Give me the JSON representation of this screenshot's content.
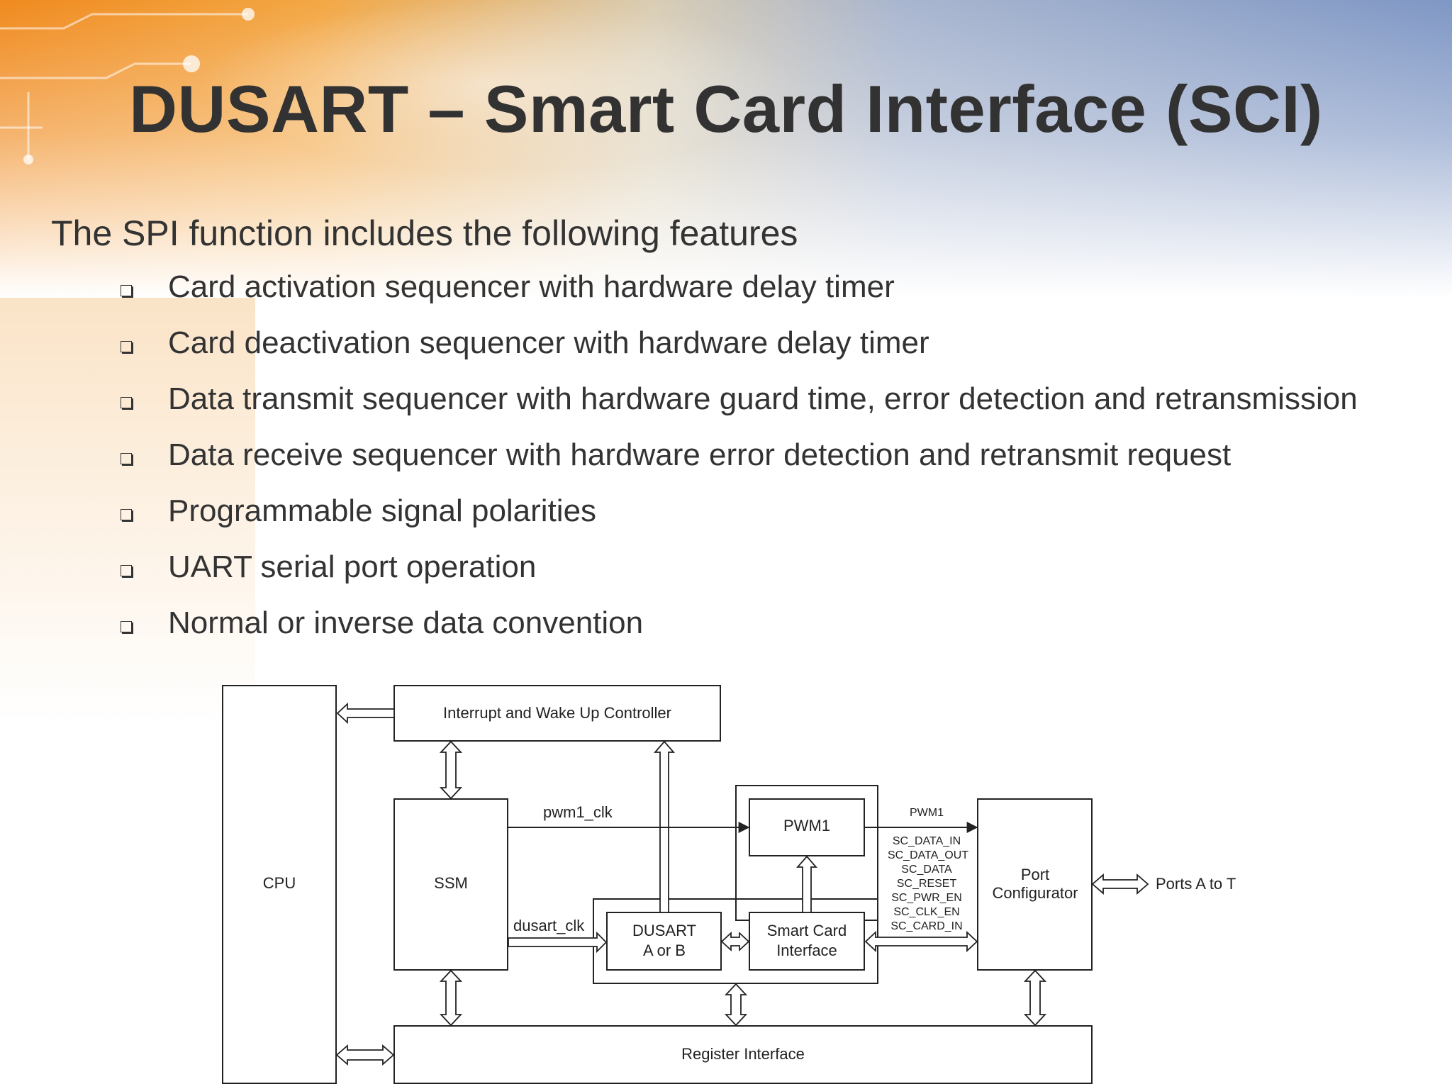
{
  "slide": {
    "title": "DUSART – Smart Card Interface (SCI)",
    "intro": "The SPI function includes the following features",
    "features": [
      "Card activation sequencer with hardware delay timer",
      "Card deactivation sequencer with hardware delay timer",
      "Data transmit sequencer with hardware guard time, error detection and retransmission",
      "Data receive sequencer with hardware error detection and retransmit request",
      "Programmable signal polarities",
      "UART serial port operation",
      "Normal or inverse data convention"
    ]
  },
  "diagram": {
    "blocks": {
      "cpu": "CPU",
      "interrupt": "Interrupt and Wake Up Controller",
      "ssm": "SSM",
      "pwm1": "PWM1",
      "dusart_line1": "DUSART",
      "dusart_line2": "A or B",
      "sci_line1": "Smart Card",
      "sci_line2": "Interface",
      "port_line1": "Port",
      "port_line2": "Configurator",
      "register": "Register Interface"
    },
    "labels": {
      "pwm1_clk": "pwm1_clk",
      "dusart_clk": "dusart_clk",
      "pwm1_signal": "PWM1",
      "ports": "Ports A to T"
    },
    "signals": [
      "SC_DATA_IN",
      "SC_DATA_OUT",
      "SC_DATA",
      "SC_RESET",
      "SC_PWR_EN",
      "SC_CLK_EN",
      "SC_CARD_IN"
    ]
  }
}
